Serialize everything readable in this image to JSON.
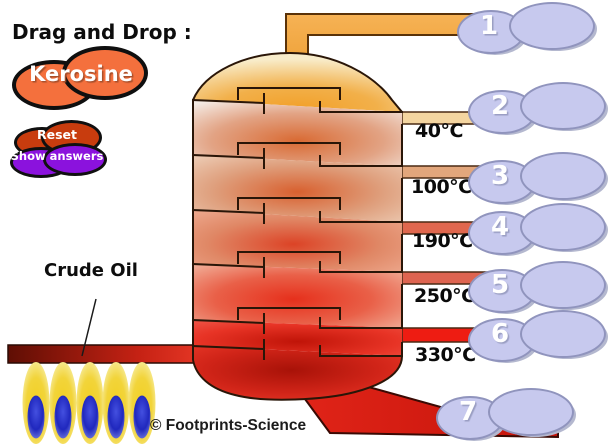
{
  "header": {
    "title": "Drag and Drop :"
  },
  "draggable": {
    "label": "Kerosine"
  },
  "controls": {
    "reset": "Reset",
    "show_answers": "Show answers"
  },
  "diagram": {
    "crude_oil_label": "Crude Oil",
    "temperatures": [
      "40°C",
      "100°C",
      "190°C",
      "250°C",
      "330°C"
    ],
    "column_levels": 6,
    "flames": 5
  },
  "drop_targets": [
    "1",
    "2",
    "3",
    "4",
    "5",
    "6",
    "7"
  ],
  "footer": {
    "copyright": "© Footprints-Science"
  },
  "colors": {
    "kerosine_blob": "#f4703d",
    "reset_button": "#c83c0e",
    "show_answers_button": "#8b12dd",
    "drop_target": "#c7c9ee",
    "top_pipe": "#f2a840",
    "pipe_40": "#f4d5a0",
    "pipe_100": "#e2a67c",
    "pipe_190": "#e0674e",
    "pipe_250": "#de6450",
    "pipe_330": "#ee1c12",
    "crude_oil_pipe": "#b61a0e",
    "flame_outer": "#f2d43a",
    "flame_inner": "#2a33cc",
    "column_hot": "#c01408",
    "column_cool": "#f8ecca"
  }
}
